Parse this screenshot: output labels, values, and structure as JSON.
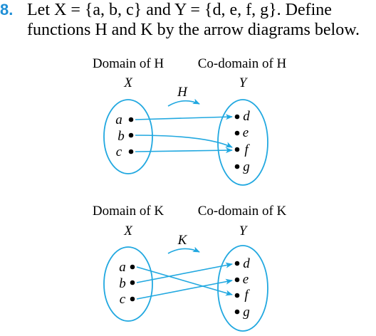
{
  "problem": {
    "number": "8.",
    "line1": "Let X = {a, b, c} and Y = {d, e, f, g}. Define",
    "line2": "functions H and K by the arrow diagrams below."
  },
  "colors": {
    "accent": "#1f8fd6",
    "arrow": "#21a8e0",
    "text": "#000000"
  },
  "diagrams": [
    {
      "domain_label": "Domain of H",
      "codomain_label": "Co-domain of H",
      "domain_set": "X",
      "codomain_set": "Y",
      "function_name": "H",
      "domain_elements": [
        "a",
        "b",
        "c"
      ],
      "codomain_elements": [
        "d",
        "e",
        "f",
        "g"
      ],
      "mapping": [
        [
          "a",
          "d"
        ],
        [
          "b",
          "f"
        ],
        [
          "c",
          "f"
        ]
      ]
    },
    {
      "domain_label": "Domain of K",
      "codomain_label": "Co-domain of K",
      "domain_set": "X",
      "codomain_set": "Y",
      "function_name": "K",
      "domain_elements": [
        "a",
        "b",
        "c"
      ],
      "codomain_elements": [
        "d",
        "e",
        "f",
        "g"
      ],
      "mapping": [
        [
          "a",
          "f"
        ],
        [
          "b",
          "d"
        ],
        [
          "c",
          "e"
        ]
      ]
    }
  ]
}
